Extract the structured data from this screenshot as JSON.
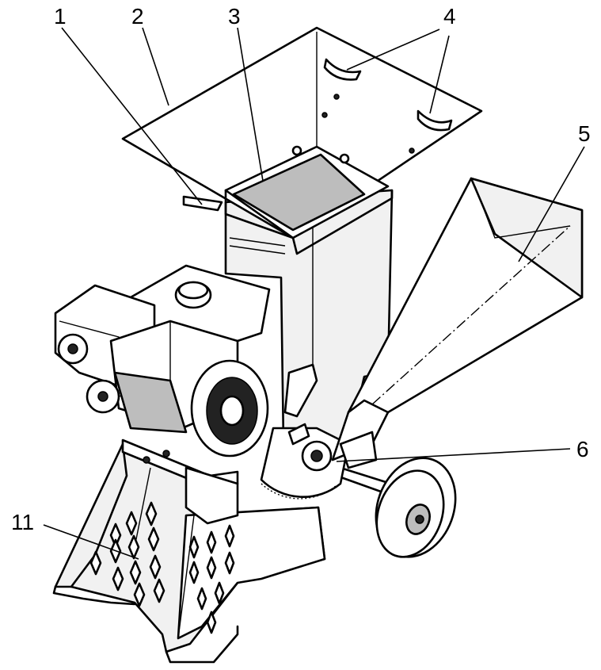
{
  "figure": {
    "labels": [
      {
        "id": "1",
        "text": "1"
      },
      {
        "id": "2",
        "text": "2"
      },
      {
        "id": "3",
        "text": "3"
      },
      {
        "id": "4",
        "text": "4"
      },
      {
        "id": "5",
        "text": "5"
      },
      {
        "id": "6",
        "text": "6"
      },
      {
        "id": "11",
        "text": "11"
      }
    ]
  },
  "colors": {
    "line": "#000000",
    "panel": "#f1f1f1",
    "shade": "#bdbdbd",
    "background": "#ffffff"
  }
}
